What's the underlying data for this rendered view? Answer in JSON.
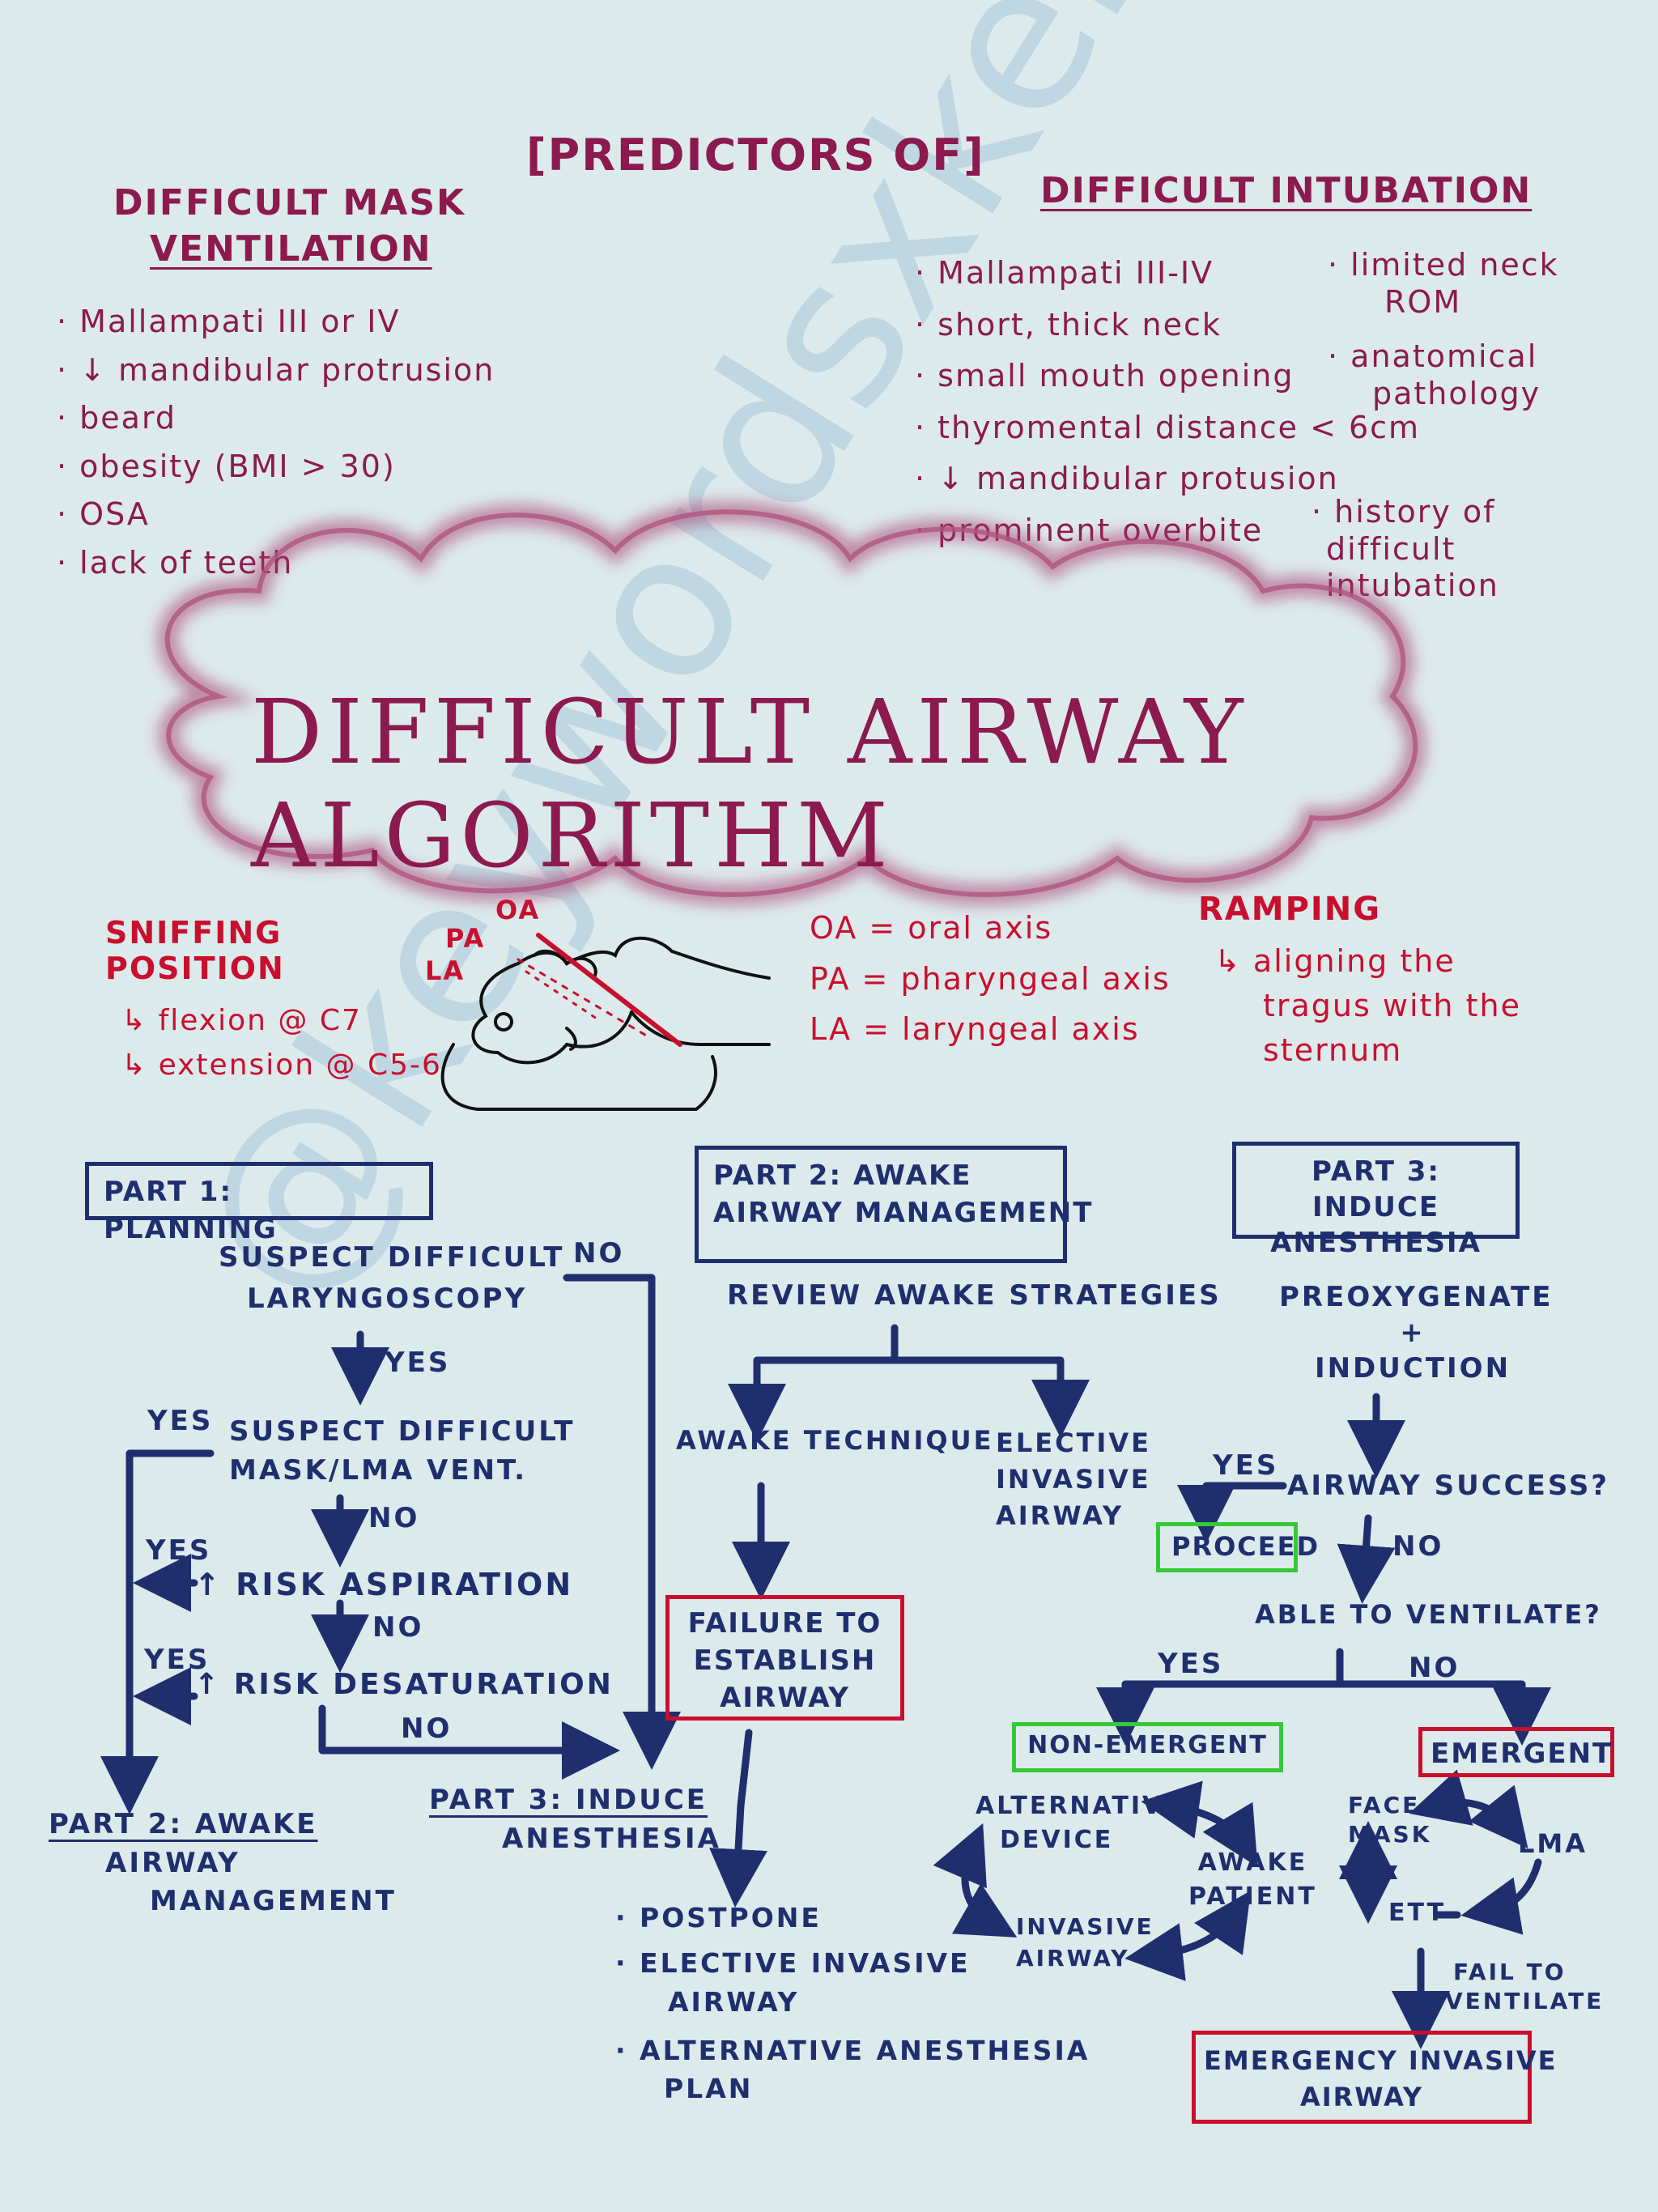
{
  "header": {
    "predictors": "[PREDICTORS OF]",
    "dmv_title_1": "DIFFICULT MASK",
    "dmv_title_2": "VENTILATION",
    "di_title": "DIFFICULT INTUBATION"
  },
  "mask_ventilation": [
    "· Mallampati III or IV",
    "· ↓ mandibular protrusion",
    "· beard",
    "· obesity (BMI > 30)",
    "· OSA",
    "· lack of teeth"
  ],
  "intubation_left": [
    "· Mallampati III-IV",
    "· short, thick neck",
    "· small mouth opening",
    "· thyromental distance < 6cm",
    "· ↓ mandibular protusion",
    "· prominent overbite"
  ],
  "intubation_right": {
    "rom_1": "· limited neck",
    "rom_2": "ROM",
    "anat_1": "· anatomical",
    "anat_2": "pathology",
    "hist_1": "· history of",
    "hist_2": "difficult",
    "hist_3": "intubation"
  },
  "cloud": {
    "title": "DIFFICULT AIRWAY ALGORITHM"
  },
  "sniffing": {
    "title_1": "SNIFFING",
    "title_2": "POSITION",
    "line_1": "↳ flexion @ C7",
    "line_2": "↳ extension @ C5-6",
    "lbl_oa": "OA",
    "lbl_pa": "PA",
    "lbl_la": "LA"
  },
  "axes": {
    "oa": "OA = oral axis",
    "pa": "PA = pharyngeal axis",
    "la": "LA = laryngeal axis"
  },
  "ramping": {
    "title": "RAMPING",
    "line_1": "↳ aligning the",
    "line_2": "tragus with the",
    "line_3": "sternum"
  },
  "part1": {
    "title": "PART 1: PLANNING",
    "suspect_dl_1": "SUSPECT DIFFICULT",
    "suspect_dl_2": "LARYNGOSCOPY",
    "no_top": "NO",
    "yes_1": "YES",
    "yes_left": "YES",
    "suspect_mask_1": "SUSPECT DIFFICULT",
    "suspect_mask_2": "MASK/LMA VENT.",
    "no_2": "NO",
    "yes_asp": "YES",
    "risk_asp": "↑ RISK ASPIRATION",
    "no_3": "NO",
    "yes_desat": "YES",
    "risk_desat": "↑ RISK DESATURATION",
    "no_4": "NO",
    "out_part2_1": "PART 2: AWAKE",
    "out_part2_2": "AIRWAY",
    "out_part2_3": "MANAGEMENT",
    "out_part3_1": "PART 3: INDUCE",
    "out_part3_2": "ANESTHESIA"
  },
  "part2": {
    "title_1": "PART 2: AWAKE",
    "title_2": "AIRWAY MANAGEMENT",
    "review": "REVIEW AWAKE STRATEGIES",
    "awake_tech": "AWAKE TECHNIQUE",
    "elective_1": "ELECTIVE",
    "elective_2": "INVASIVE",
    "elective_3": "AIRWAY",
    "failure_1": "FAILURE TO",
    "failure_2": "ESTABLISH",
    "failure_3": "AIRWAY",
    "postpone": "· POSTPONE",
    "elective_inv_1": "· ELECTIVE INVASIVE",
    "elective_inv_2": "AIRWAY",
    "alt_plan_1": "· ALTERNATIVE ANESTHESIA",
    "alt_plan_2": "PLAN"
  },
  "part3": {
    "title_1": "PART 3: INDUCE",
    "title_2": "ANESTHESIA",
    "preox": "PREOXYGENATE",
    "plus": "+",
    "induction": "INDUCTION",
    "yes": "YES",
    "airway_success": "AIRWAY SUCCESS?",
    "proceed": "PROCEED",
    "no_1": "NO",
    "able_vent": "ABLE TO VENTILATE?",
    "yes_2": "YES",
    "no_2": "NO",
    "non_emergent": "NON-EMERGENT",
    "emergent": "EMERGENT",
    "alt_device_1": "ALTERNATIVE",
    "alt_device_2": "DEVICE",
    "awake_patient_1": "AWAKE",
    "awake_patient_2": "PATIENT",
    "invasive_1": "INVASIVE",
    "invasive_2": "AIRWAY",
    "face_mask_1": "FACE",
    "face_mask_2": "MASK",
    "lma": "LMA",
    "ett": "ETT",
    "fail_vent_1": "FAIL TO",
    "fail_vent_2": "VENTILATE",
    "emerg_inv_1": "EMERGENCY INVASIVE",
    "emerg_inv_2": "AIRWAY"
  },
  "watermark": "@keywordsxkenny",
  "colors": {
    "background": "#dceaec",
    "maroon": "#8c1a4e",
    "red": "#c8102e",
    "navy": "#1f2f6e",
    "green": "#36c936"
  }
}
